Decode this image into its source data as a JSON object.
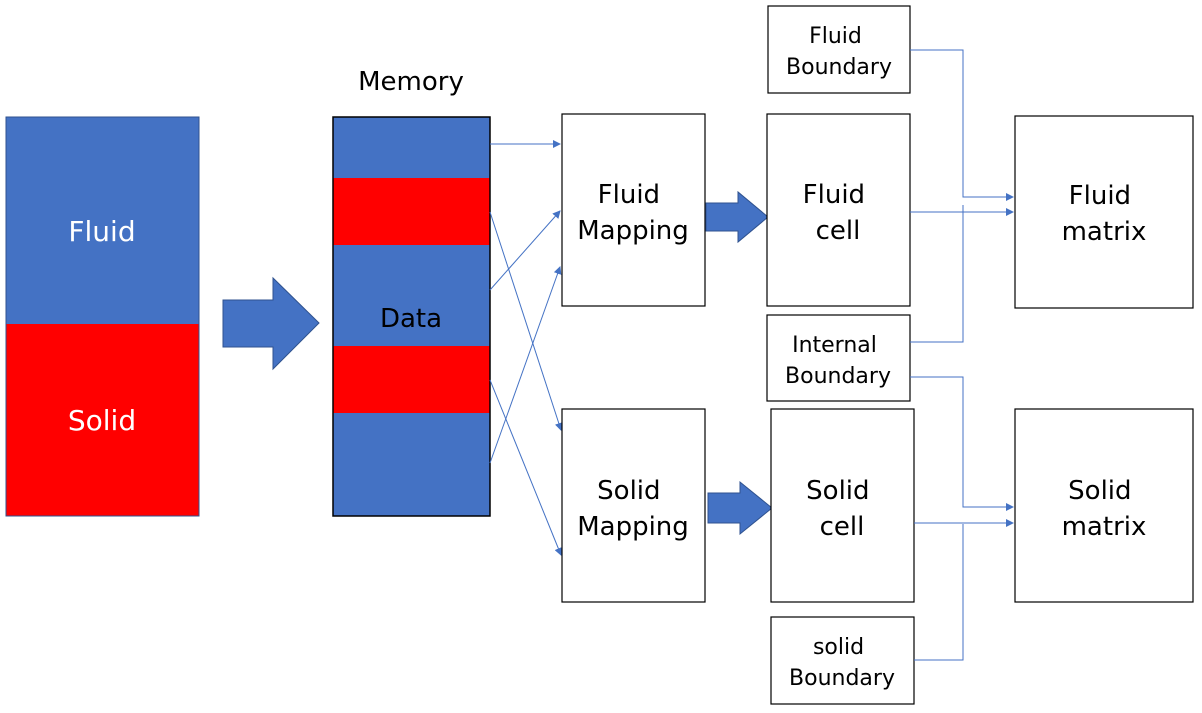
{
  "colors": {
    "fluid_blue": "#4472C4",
    "solid_red": "#FF0000",
    "arrow_blue": "#4472C4",
    "line_blue": "#4472C4"
  },
  "domain": {
    "fluid_label": "Fluid",
    "solid_label": "Solid"
  },
  "memory": {
    "title": "Memory",
    "data_label": "Data"
  },
  "mapping": {
    "fluid": [
      "Fluid",
      "Mapping"
    ],
    "solid": [
      "Solid",
      "Mapping"
    ]
  },
  "cells": {
    "fluid": [
      "Fluid",
      "cell"
    ],
    "solid": [
      "Solid",
      "cell"
    ]
  },
  "boundaries": {
    "fluid": [
      "Fluid",
      "Boundary"
    ],
    "internal": [
      "Internal",
      "Boundary"
    ],
    "solid": [
      "solid",
      "Boundary"
    ]
  },
  "matrices": {
    "fluid": [
      "Fluid",
      "matrix"
    ],
    "solid": [
      "Solid",
      "matrix"
    ]
  }
}
